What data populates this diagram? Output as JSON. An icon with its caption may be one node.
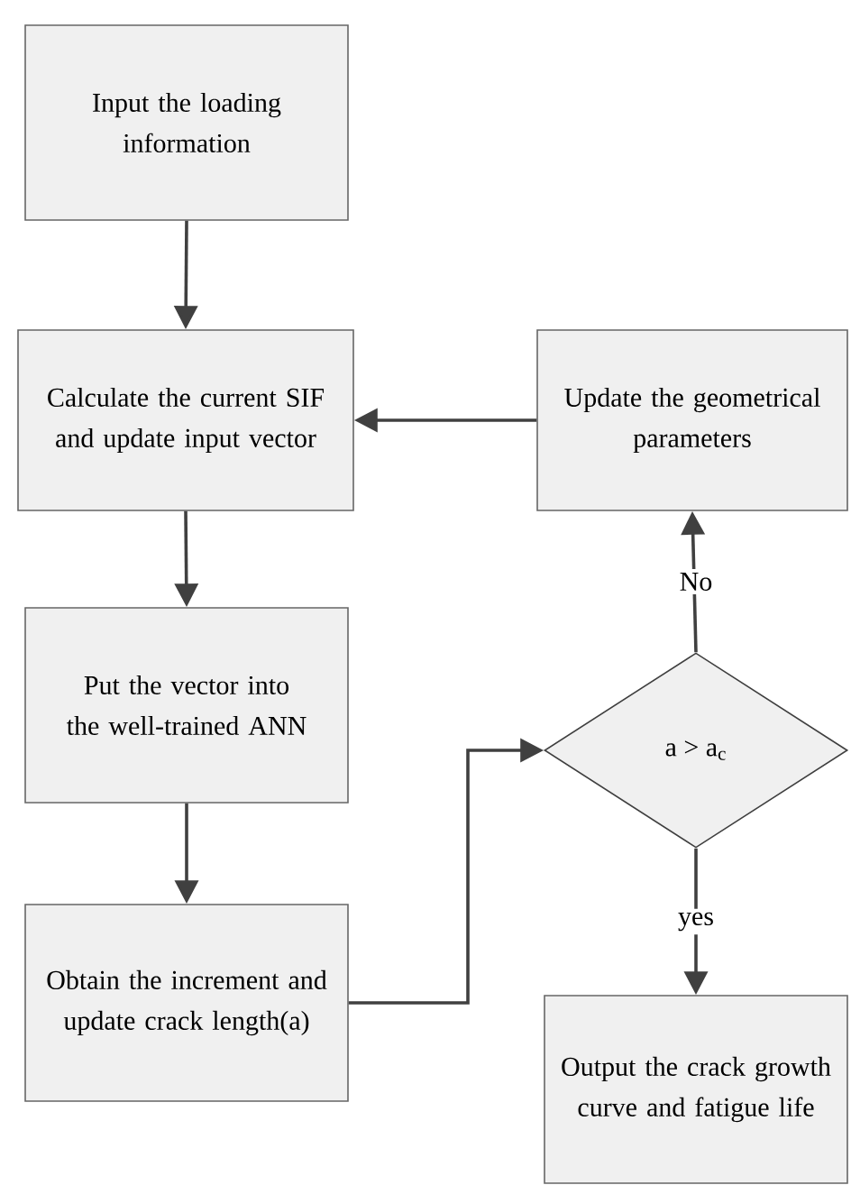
{
  "diagram": {
    "nodes": [
      {
        "text": [
          "Input the loading information"
        ]
      },
      {
        "text": [
          "Calculate the current SIF and update input vector"
        ]
      },
      {
        "text": [
          "Update the geometrical parameters"
        ]
      },
      {
        "text": [
          "Put the vector into the well-trained ANN"
        ]
      },
      {
        "text": [
          "Obtain the increment and update crack length(a)"
        ]
      },
      {
        "text": [
          "a > a$_{c}$"
        ]
      },
      {
        "text": [
          "Output the crack growth curve and fatigue life"
        ]
      }
    ],
    "edges": [
      {
        "from": 0,
        "to": 1,
        "arrow": "to"
      },
      {
        "from": 2,
        "to": 1,
        "arrow": "to"
      },
      {
        "from": 1,
        "to": 3,
        "arrow": "to"
      },
      {
        "from": 3,
        "to": 4,
        "arrow": "to"
      },
      {
        "from": 4,
        "to": 5,
        "arrow": "to"
      },
      {
        "from": 5,
        "to": 2,
        "arrow": "to",
        "label": "No"
      },
      {
        "from": 5,
        "to": 6,
        "arrow": "to",
        "label": "yes"
      }
    ]
  }
}
